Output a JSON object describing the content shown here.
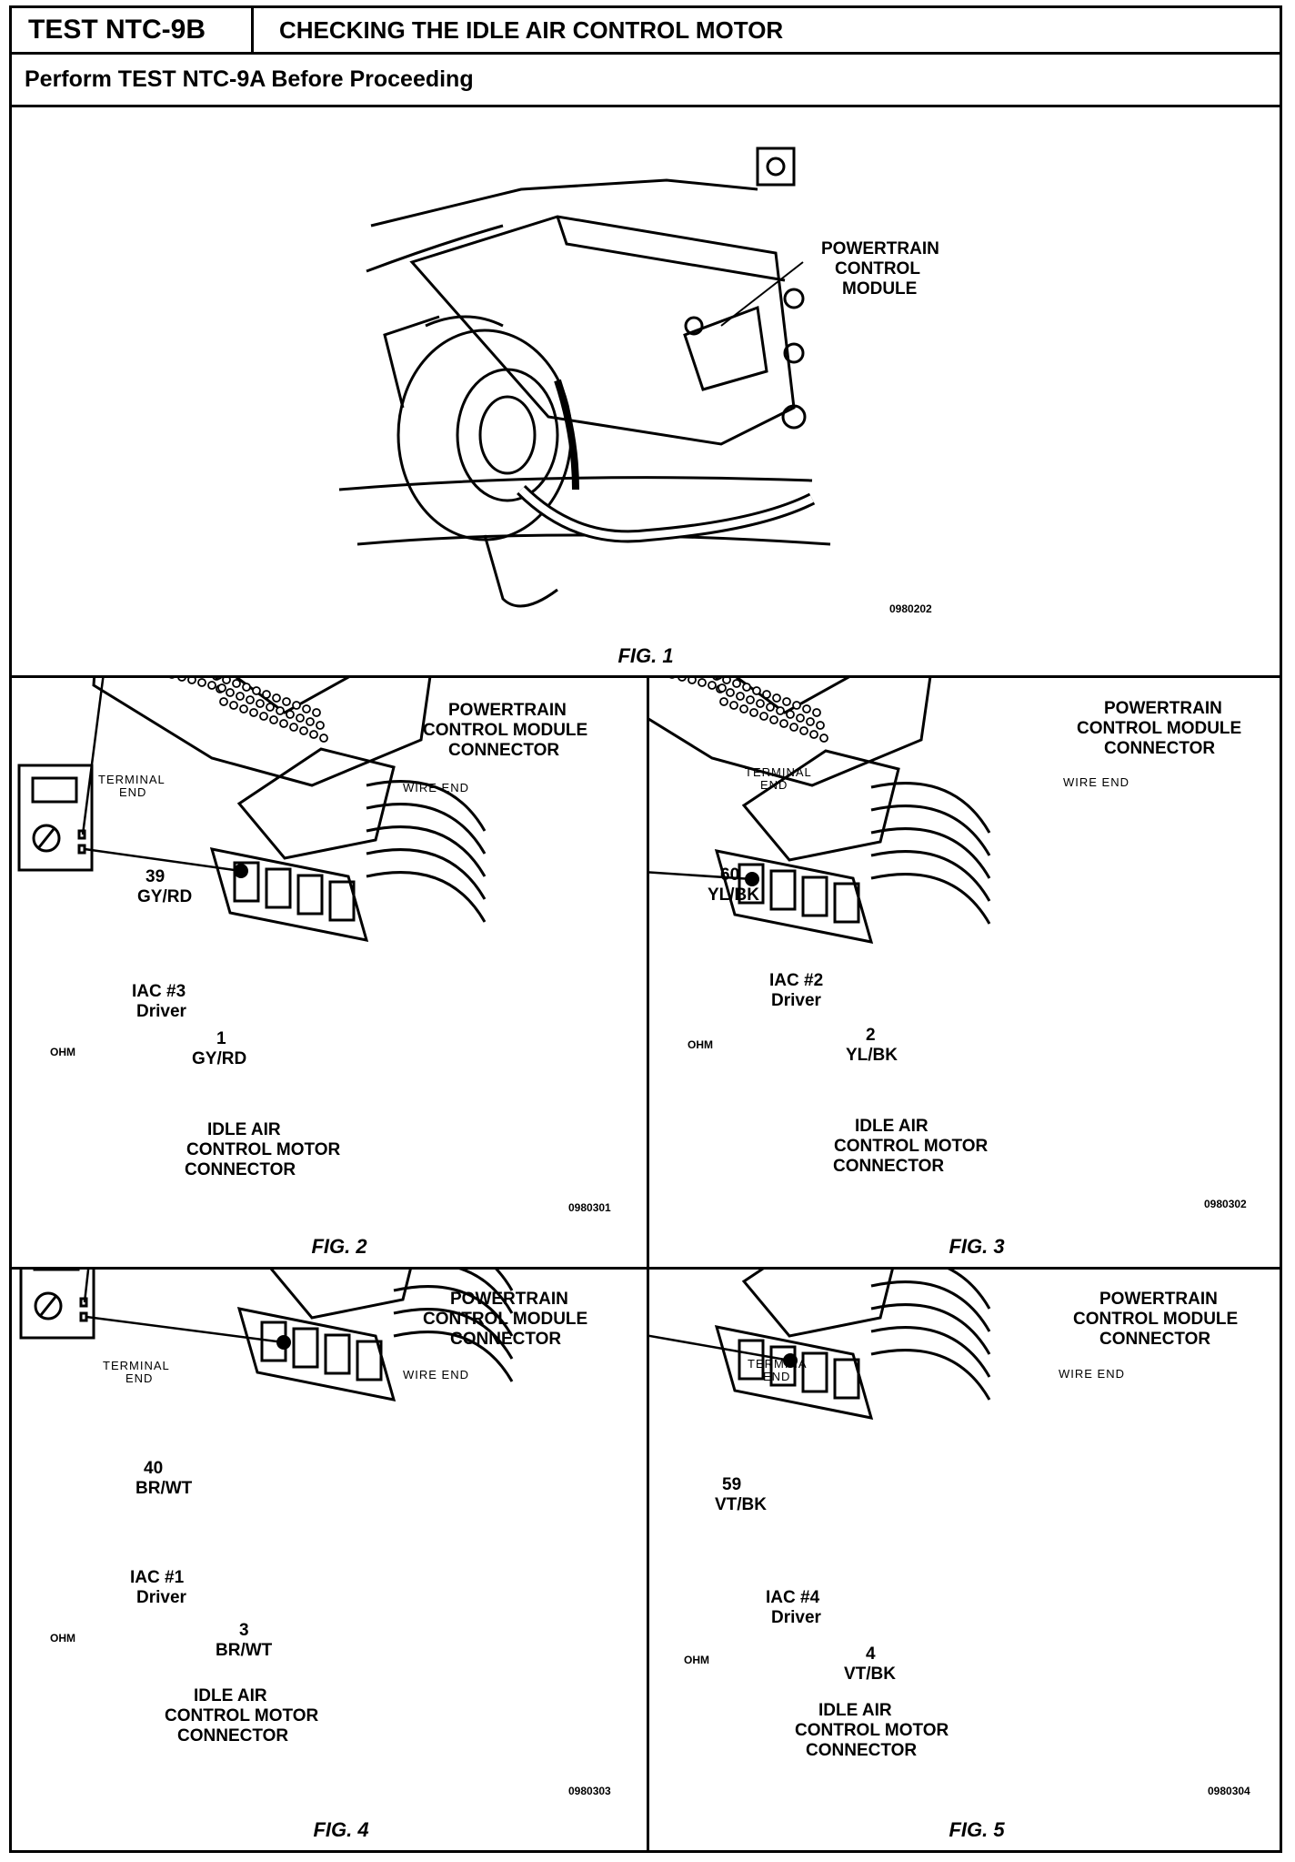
{
  "header": {
    "test_id": "TEST NTC-9B",
    "title": "CHECKING THE IDLE AIR CONTROL MOTOR",
    "prerequisite": "Perform TEST NTC-9A Before Proceeding"
  },
  "fig1": {
    "caption": "FIG. 1",
    "label_line1": "POWERTRAIN",
    "label_line2": "CONTROL",
    "label_line3": "MODULE",
    "code": "0980202"
  },
  "figs": [
    {
      "caption": "FIG. 2",
      "pcm_l1": "POWERTRAIN",
      "pcm_l2": "CONTROL MODULE",
      "pcm_l3": "CONNECTOR",
      "terminal_l1": "TERMINAL",
      "terminal_l2": "END",
      "wire_end": "WIRE END",
      "pin_num": "39",
      "pin_color": "GY/RD",
      "iac_l1": "IAC #3",
      "iac_l2": "Driver",
      "motor_pin": "1",
      "motor_color": "GY/RD",
      "motor_l1": "IDLE AIR",
      "motor_l2": "CONTROL MOTOR",
      "motor_l3": "CONNECTOR",
      "meter": "OHM",
      "code": "0980301"
    },
    {
      "caption": "FIG. 3",
      "pcm_l1": "POWERTRAIN",
      "pcm_l2": "CONTROL MODULE",
      "pcm_l3": "CONNECTOR",
      "terminal_l1": "TERMINAL",
      "terminal_l2": "END",
      "wire_end": "WIRE END",
      "pin_num": "60",
      "pin_color": "YL/BK",
      "iac_l1": "IAC #2",
      "iac_l2": "Driver",
      "motor_pin": "2",
      "motor_color": "YL/BK",
      "motor_l1": "IDLE AIR",
      "motor_l2": "CONTROL MOTOR",
      "motor_l3": "CONNECTOR",
      "meter": "OHM",
      "code": "0980302"
    },
    {
      "caption": "FIG. 4",
      "pcm_l1": "POWERTRAIN",
      "pcm_l2": "CONTROL MODULE",
      "pcm_l3": "CONNECTOR",
      "terminal_l1": "TERMINAL",
      "terminal_l2": "END",
      "wire_end": "WIRE END",
      "pin_num": "40",
      "pin_color": "BR/WT",
      "iac_l1": "IAC #1",
      "iac_l2": "Driver",
      "motor_pin": "3",
      "motor_color": "BR/WT",
      "motor_l1": "IDLE AIR",
      "motor_l2": "CONTROL MOTOR",
      "motor_l3": "CONNECTOR",
      "meter": "OHM",
      "code": "0980303"
    },
    {
      "caption": "FIG. 5",
      "pcm_l1": "POWERTRAIN",
      "pcm_l2": "CONTROL MODULE",
      "pcm_l3": "CONNECTOR",
      "terminal_l1": "TERMINA",
      "terminal_l2": "END",
      "wire_end": "WIRE END",
      "pin_num": "59",
      "pin_color": "VT/BK",
      "iac_l1": "IAC #4",
      "iac_l2": "Driver",
      "motor_pin": "4",
      "motor_color": "VT/BK",
      "motor_l1": "IDLE AIR",
      "motor_l2": "CONTROL MOTOR",
      "motor_l3": "CONNECTOR",
      "meter": "OHM",
      "code": "0980304"
    }
  ]
}
